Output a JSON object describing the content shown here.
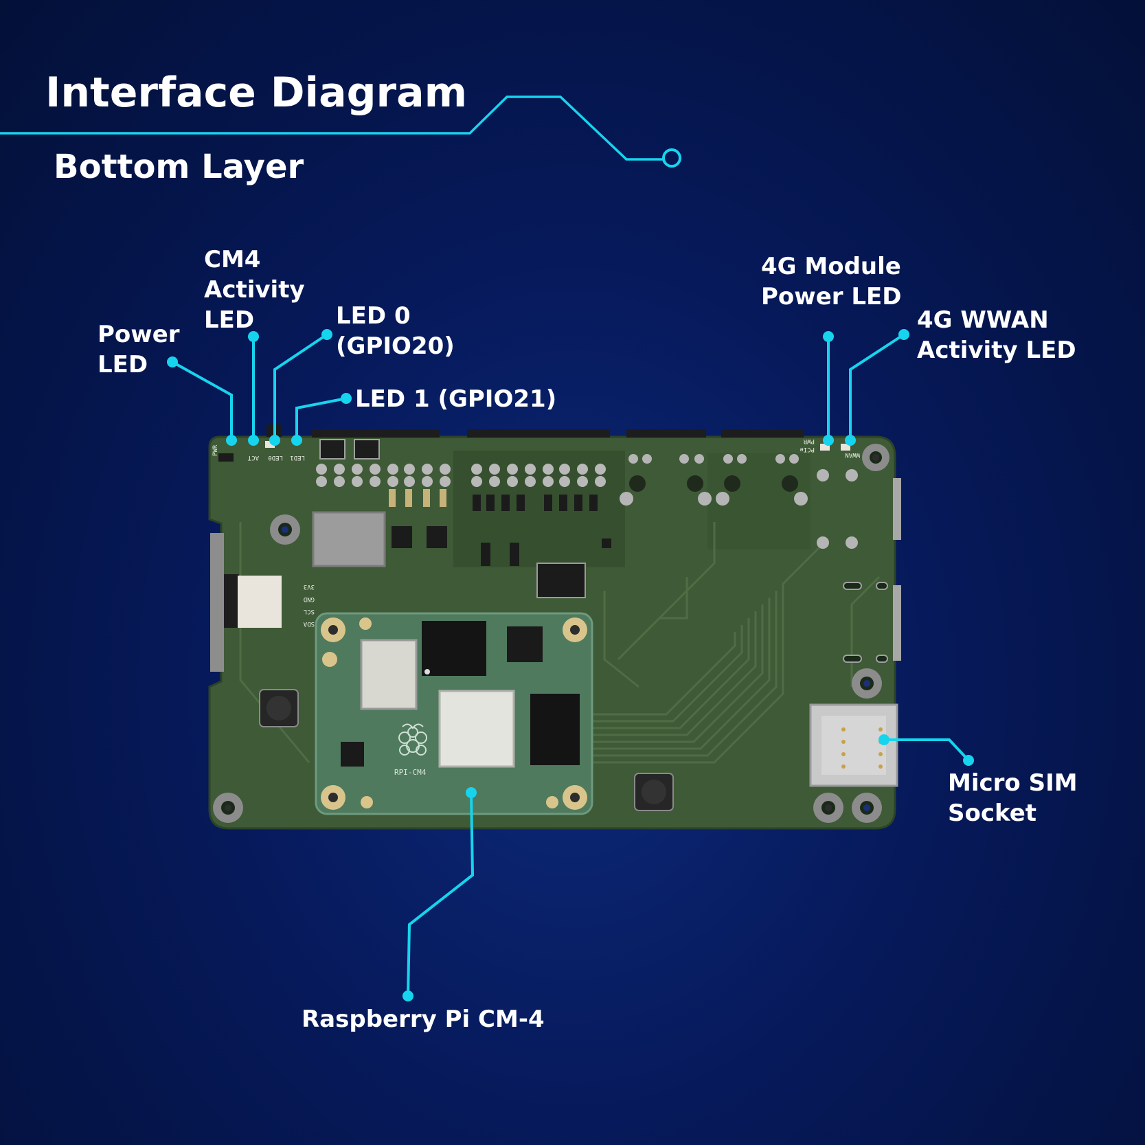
{
  "header": {
    "title": "Interface Diagram",
    "subtitle": "Bottom Layer"
  },
  "accent_color": "#17d4ee",
  "callouts": {
    "power_led": "Power\nLED",
    "cm4_activity_led": "CM4\nActivity\nLED",
    "led0": "LED 0\n(GPIO20)",
    "led1": "LED 1 (GPIO21)",
    "module_power_led": "4G Module\nPower LED",
    "wwan_led": "4G WWAN\nActivity LED",
    "sim_socket": "Micro SIM\nSocket",
    "cm4": "Raspberry Pi CM-4"
  },
  "board": {
    "silkscreen": {
      "pwr": "PWR",
      "act": "ACT",
      "led0": "LED0",
      "led1": "LED1",
      "pwr_right": "PWR",
      "pcie": "PCIe",
      "wwan": "WWAN",
      "pin_3v3": "3V3",
      "pin_gnd": "GND",
      "pin_scl": "SCL",
      "pin_sda": "SDA",
      "cm4_marking": "RPI-CM4"
    }
  }
}
